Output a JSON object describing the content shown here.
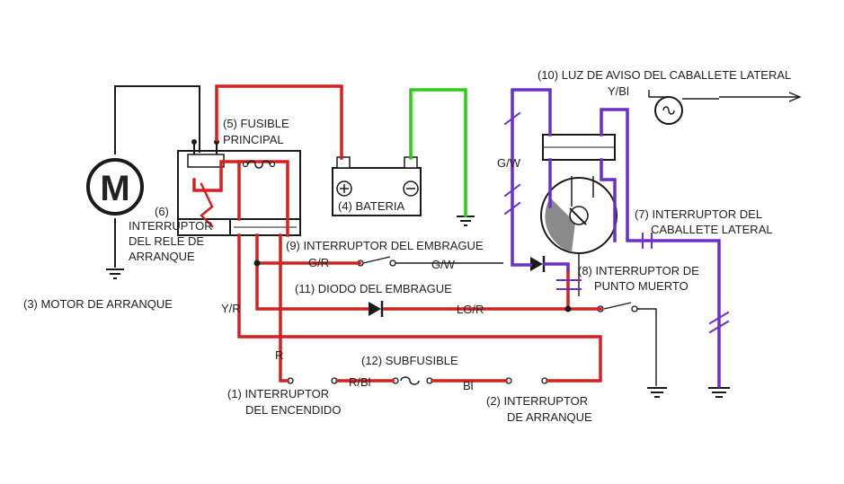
{
  "labels": {
    "fusible_principal_1": "(5) FUSIBLE",
    "fusible_principal_2": "PRINCIPAL",
    "bateria": "(4) BATERIA",
    "luz_aviso": "(10) LUZ DE AVISO DEL CABALLETE LATERAL",
    "rele_1": "(6)",
    "rele_2": "INTERRUPTOR",
    "rele_3": "DEL RELE DE",
    "rele_4": "ARRANQUE",
    "motor": "(3) MOTOR DE ARRANQUE",
    "int_embrague": "(9) INTERRUPTOR DEL EMBRAGUE",
    "diodo_embrague": "(11) DIODO DEL EMBRAGUE",
    "caballete_1": "(7) INTERRUPTOR DEL",
    "caballete_2": "CABALLETE LATERAL",
    "punto_muerto_1": "(8) INTERRUPTOR DE",
    "punto_muerto_2": "PUNTO MUERTO",
    "subfusible": "(12) SUBFUSIBLE",
    "encendido_1": "(1) INTERRUPTOR",
    "encendido_2": "DEL ENCENDIDO",
    "arranque_1": "(2) INTERRUPTOR",
    "arranque_2": "DE ARRANQUE",
    "motor_symbol": "M"
  },
  "wire_codes": {
    "y_bl": "Y/Bl",
    "g_w_left": "G/W",
    "g_r": "G/R",
    "g_w_mid": "G/W",
    "lg_r": "LG/R",
    "y_r": "Y/R",
    "r": "R",
    "r_bl": "R/Bl",
    "bl": "Bl"
  },
  "colors": {
    "red_wire": "#d42020",
    "green_wire": "#2ecc1a",
    "purple_wire": "#6a2fc8",
    "black_wire": "#1a1a1a"
  },
  "icons": {
    "motor": "motor-icon",
    "battery": "battery-icon",
    "fuse": "fuse-icon",
    "relay": "relay-coil-icon",
    "diode": "diode-icon",
    "ground": "ground-icon",
    "lamp": "lamp-icon",
    "switch": "switch-icon"
  }
}
